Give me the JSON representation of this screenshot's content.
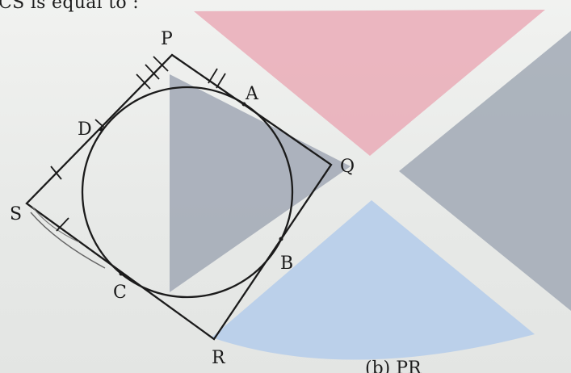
{
  "header": {
    "text": "CS is equal to :"
  },
  "footer": {
    "text": "(b)    PR"
  },
  "vertices": {
    "P": "P",
    "A": "A",
    "Q": "Q",
    "D": "D",
    "S": "S",
    "B": "B",
    "C": "C",
    "R": "R"
  },
  "colors": {
    "pink": "#eab2bd",
    "gray": "#a7aeb9",
    "blue": "#b6cde8",
    "line": "#1b1b1b"
  }
}
